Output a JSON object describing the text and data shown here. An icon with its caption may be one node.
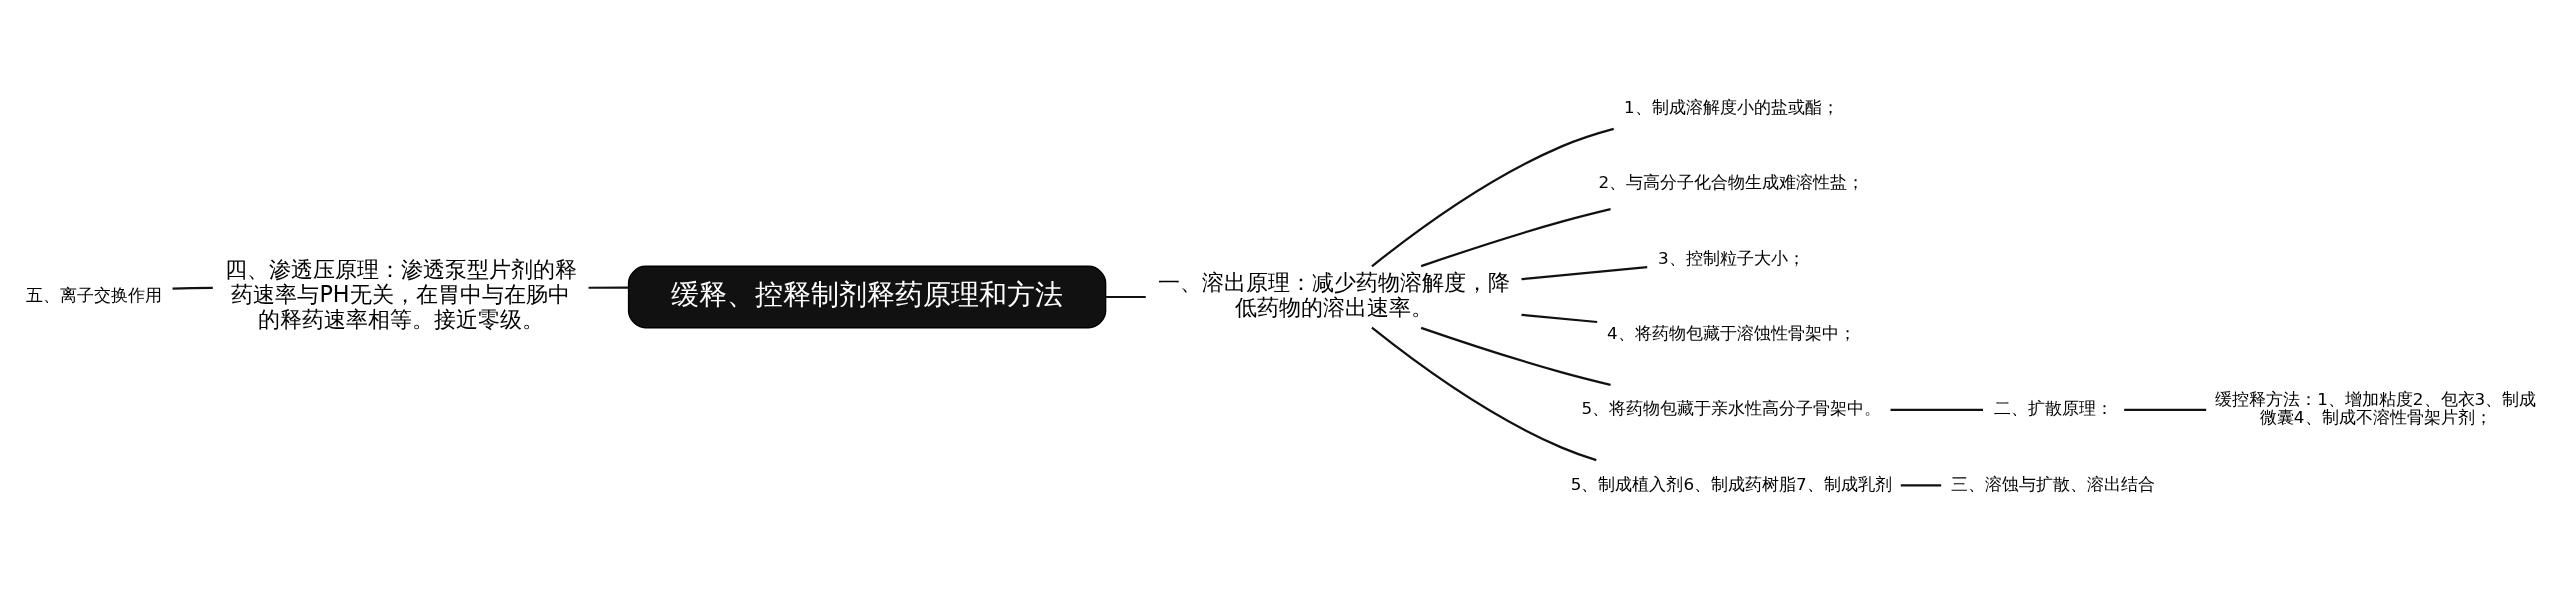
{
  "diagram": {
    "nodes": [
      {
        "text": [
          "缓释、控释制剂释药原理和方法"
        ]
      },
      {
        "text": [
          "四、渗透压原理：渗透泵型片剂的释药速率与PH无关，在胃中与在肠中的释药速率相等。接近零级。"
        ]
      },
      {
        "text": [
          "五、离子交换作用"
        ]
      },
      {
        "text": [
          "一、溶出原理：减少药物溶解度，降低药物的溶出速率。"
        ]
      },
      {
        "text": [
          "1、制成溶解度小的盐或酯；"
        ]
      },
      {
        "text": [
          "2、与高分子化合物生成难溶性盐；"
        ]
      },
      {
        "text": [
          "3、控制粒子大小；"
        ]
      },
      {
        "text": [
          "4、将药物包藏于溶蚀性骨架中；"
        ]
      },
      {
        "text": [
          "5、将药物包藏于亲水性高分子骨架中。"
        ]
      },
      {
        "text": [
          "5、制成植入剂6、制成药树脂7、制成乳剂"
        ]
      },
      {
        "text": [
          "二、扩散原理："
        ]
      },
      {
        "text": [
          "缓控释方法：1、增加粘度2、包衣3、制成微囊4、制成不溶性骨架片剂；"
        ]
      },
      {
        "text": [
          "三、溶蚀与扩散、溶出结合"
        ]
      }
    ],
    "edges": [
      {
        "from": 0,
        "to": 1,
        "arrow": "none"
      },
      {
        "from": 1,
        "to": 2,
        "arrow": "none"
      },
      {
        "from": 0,
        "to": 3,
        "arrow": "none"
      },
      {
        "from": 3,
        "to": 4,
        "arrow": "none"
      },
      {
        "from": 3,
        "to": 5,
        "arrow": "none"
      },
      {
        "from": 3,
        "to": 6,
        "arrow": "none"
      },
      {
        "from": 3,
        "to": 7,
        "arrow": "none"
      },
      {
        "from": 3,
        "to": 8,
        "arrow": "none"
      },
      {
        "from": 3,
        "to": 9,
        "arrow": "none"
      },
      {
        "from": 8,
        "to": 10,
        "arrow": "none"
      },
      {
        "from": 10,
        "to": 11,
        "arrow": "none"
      },
      {
        "from": 9,
        "to": 12,
        "arrow": "none"
      }
    ]
  }
}
